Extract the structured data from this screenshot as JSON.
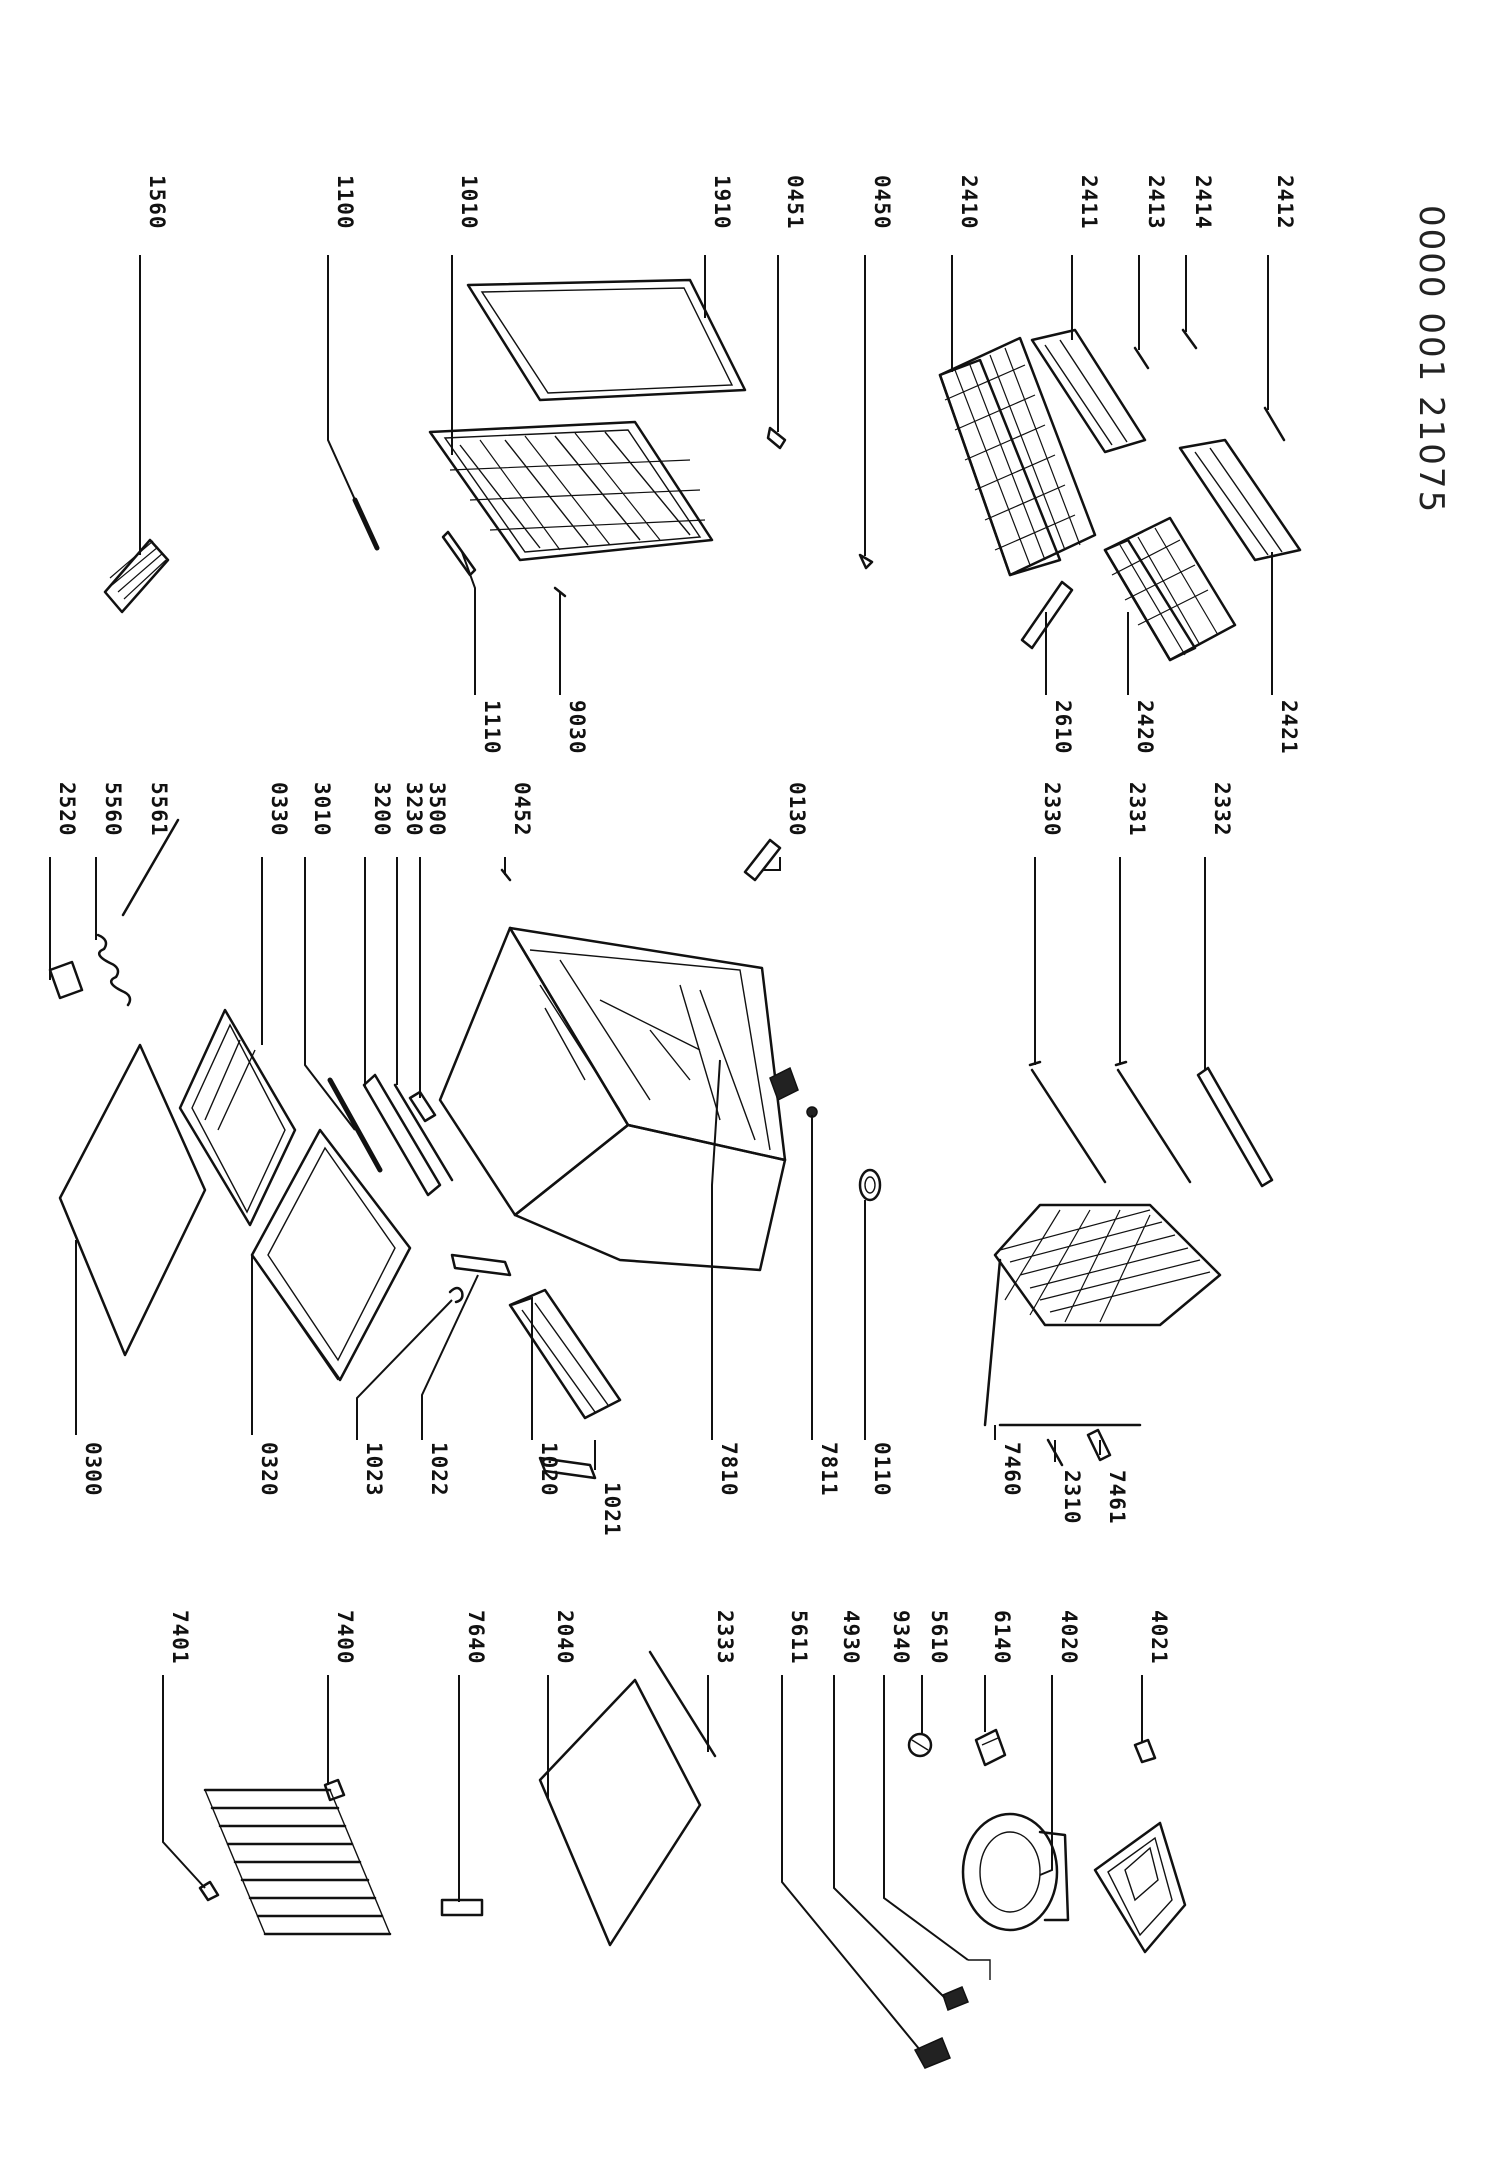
{
  "document_number": "0000 001 21075",
  "callouts": [
    "1560",
    "1100",
    "1010",
    "1910",
    "0451",
    "0450",
    "2410",
    "2411",
    "2413",
    "2414",
    "2412",
    "1110",
    "9030",
    "2610",
    "2420",
    "2421",
    "2520",
    "5560",
    "5561",
    "0330",
    "3010",
    "3200",
    "3230",
    "3500",
    "0452",
    "0130",
    "2330",
    "2331",
    "2332",
    "0300",
    "0320",
    "1023",
    "1022",
    "1020",
    "1021",
    "7810",
    "7811",
    "0110",
    "7460",
    "2310",
    "7461",
    "7401",
    "7400",
    "7640",
    "2040",
    "2333",
    "5611",
    "4930",
    "9340",
    "5610",
    "6140",
    "4020",
    "4021"
  ]
}
